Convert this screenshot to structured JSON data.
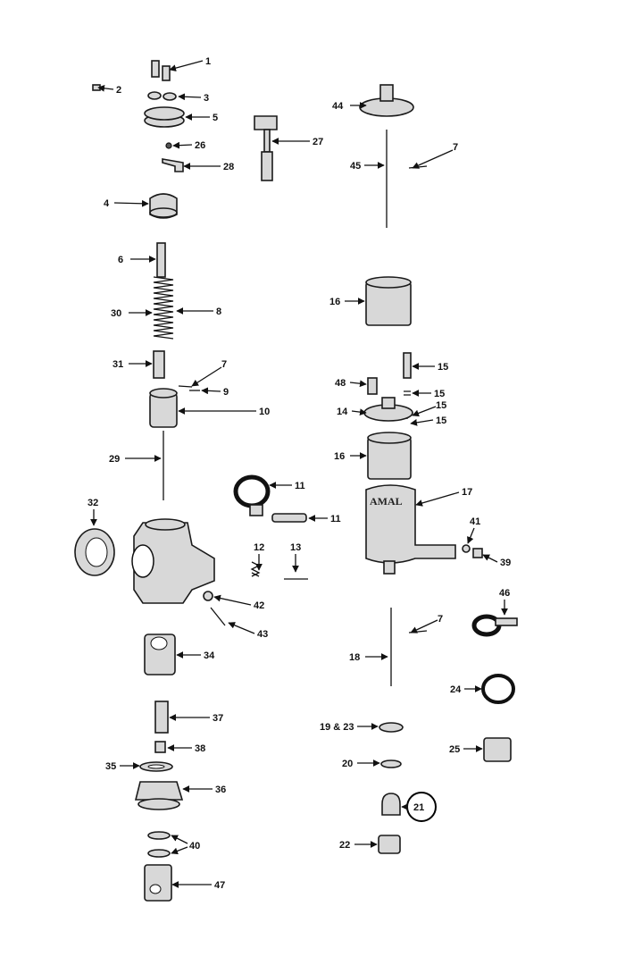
{
  "diagram": {
    "type": "exploded-parts-diagram",
    "brand_mark": "AMAL",
    "highlighted_part": "21",
    "labels": [
      "1",
      "2",
      "3",
      "5",
      "26",
      "28",
      "27",
      "44",
      "45",
      "7",
      "4",
      "6",
      "30",
      "8",
      "16",
      "31",
      "7",
      "9",
      "10",
      "15",
      "48",
      "15",
      "14",
      "15",
      "15",
      "29",
      "16",
      "11",
      "17",
      "32",
      "11",
      "41",
      "39",
      "12",
      "13",
      "46",
      "42",
      "7",
      "43",
      "34",
      "18",
      "24",
      "37",
      "19 & 23",
      "38",
      "25",
      "35",
      "20",
      "36",
      "21",
      "40",
      "22",
      "47"
    ]
  }
}
